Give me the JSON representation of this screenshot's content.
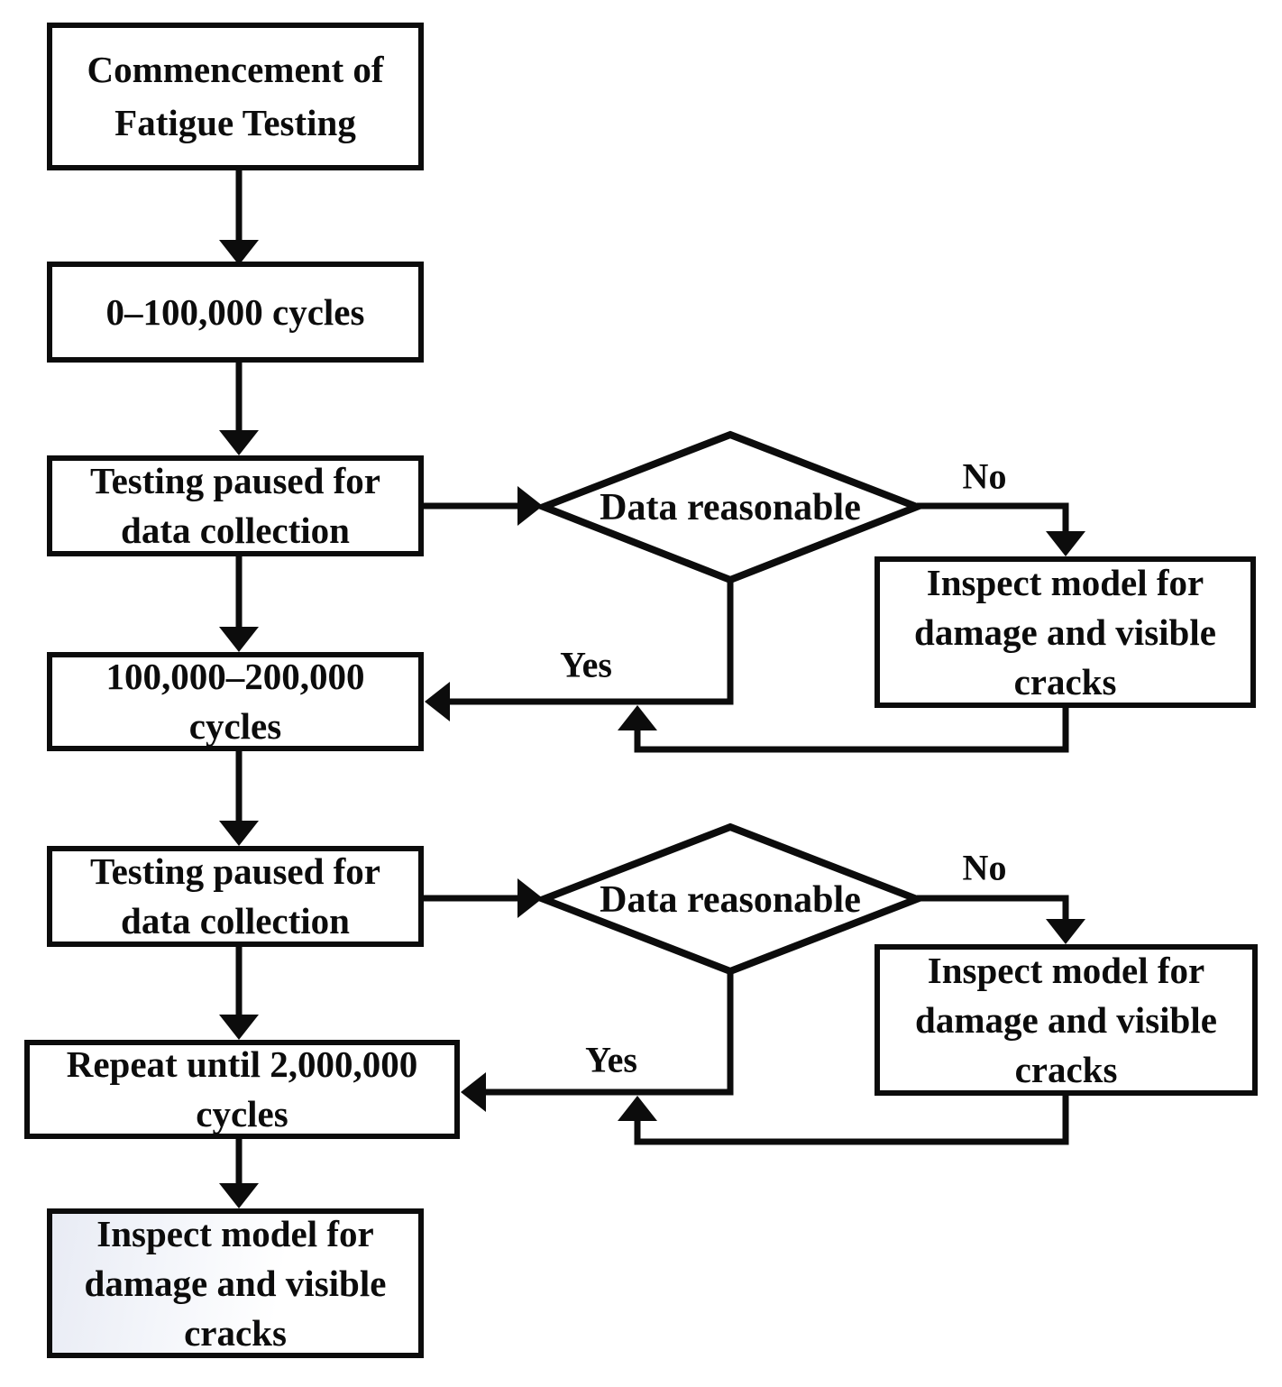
{
  "colors": {
    "ink": "#0c0c0c",
    "background": "#ffffff",
    "final_box_tint": "#e8ebf4"
  },
  "nodes": {
    "commencement": {
      "lines": [
        "Commencement of",
        "Fatigue Testing"
      ]
    },
    "cycles_0_100k": {
      "lines": [
        "0–100,000 cycles"
      ]
    },
    "paused_1": {
      "lines": [
        "Testing paused for",
        "data collection"
      ]
    },
    "decision_1": {
      "label": "Data reasonable"
    },
    "inspect_1": {
      "lines": [
        "Inspect model for",
        "damage and visible",
        "cracks"
      ]
    },
    "cycles_100k_200k": {
      "lines": [
        "100,000–200,000",
        "cycles"
      ]
    },
    "paused_2": {
      "lines": [
        "Testing paused for",
        "data collection"
      ]
    },
    "decision_2": {
      "label": "Data reasonable"
    },
    "inspect_2": {
      "lines": [
        "Inspect model for",
        "damage and visible",
        "cracks"
      ]
    },
    "repeat_until": {
      "lines": [
        "Repeat until 2,000,000",
        "cycles"
      ]
    },
    "final_inspect": {
      "lines": [
        "Inspect model for",
        "damage and visible",
        "cracks"
      ]
    }
  },
  "edge_labels": {
    "no_1": "No",
    "yes_1": "Yes",
    "no_2": "No",
    "yes_2": "Yes"
  }
}
